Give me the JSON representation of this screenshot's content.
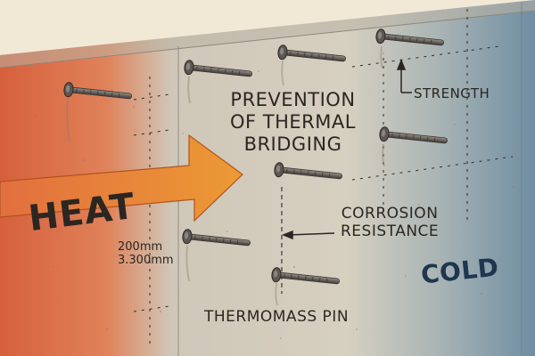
{
  "labels": {
    "title_line1": "PREVENTION",
    "title_line2": "OF THERMAL",
    "title_line3": "BRIDGING",
    "strength": "STRENGTH",
    "corrosion_line1": "CORROSION",
    "corrosion_line2": "RESISTANCE",
    "pin": "THERMOMASS PIN",
    "heat": "HEAT",
    "cold": "COLD",
    "dimension_line1": "200mm",
    "dimension_line2": "3.300mm"
  },
  "colors": {
    "heat": "#d9633f",
    "arrow": "#e88a32",
    "concrete": "#d8d2c3",
    "cold": "#6f8ea3",
    "pin": "#6b6560",
    "ink": "#2b2622"
  },
  "icons": {
    "heat_arrow": "arrow-right-icon",
    "pin": "pin-icon"
  }
}
